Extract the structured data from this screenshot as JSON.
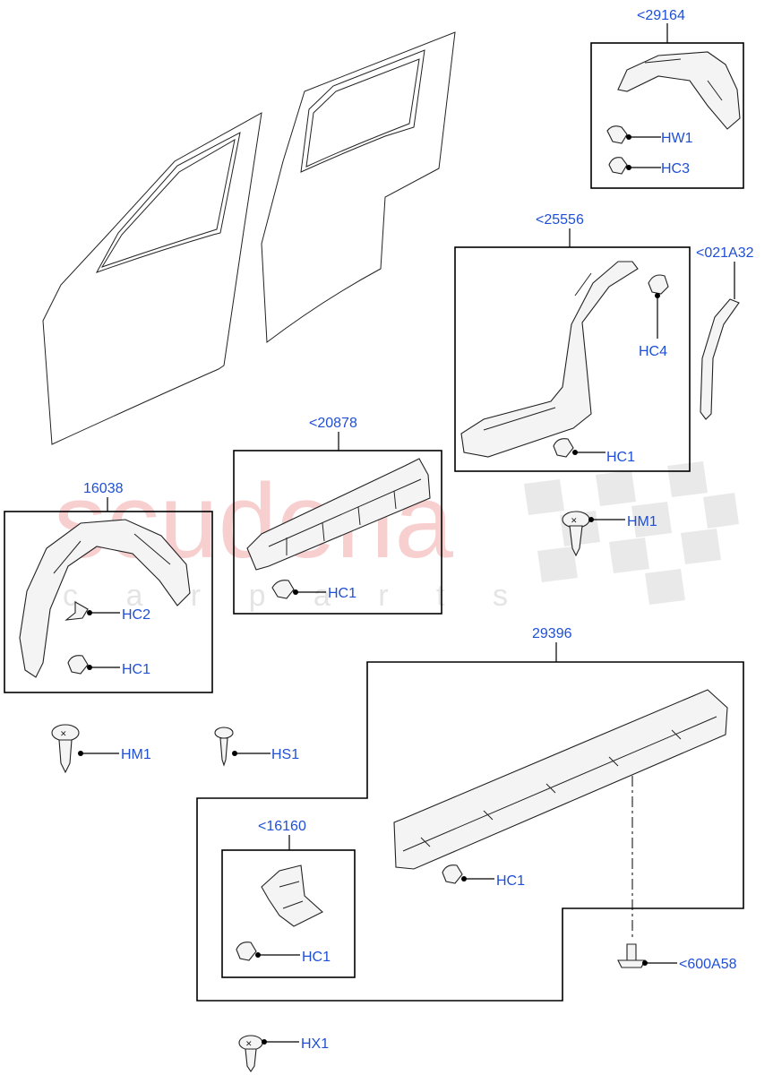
{
  "watermark": {
    "main": "scuderia",
    "sub": "c a r   p a r t s"
  },
  "groups": {
    "g29164": {
      "ref": "<29164",
      "items": [
        "HW1",
        "HC3"
      ]
    },
    "g25556": {
      "ref": "<25556",
      "items": [
        "HC4",
        "HC1"
      ]
    },
    "g021A32": {
      "ref": "<021A32"
    },
    "g20878": {
      "ref": "<20878",
      "items": [
        "HC1"
      ]
    },
    "g16038": {
      "ref": "16038",
      "items": [
        "HC2",
        "HC1"
      ]
    },
    "g29396": {
      "ref": "29396",
      "items": [
        "HC1",
        "<600A58"
      ]
    },
    "g16160": {
      "ref": "<16160",
      "items": [
        "HC1"
      ]
    }
  },
  "loose": {
    "hm1_right": "HM1",
    "hm1_left": "HM1",
    "hs1": "HS1",
    "hx1": "HX1"
  },
  "colors": {
    "label": "#1f4fd6",
    "watermark_red": "#f3a9a9",
    "watermark_grey": "#cfcfcf"
  }
}
